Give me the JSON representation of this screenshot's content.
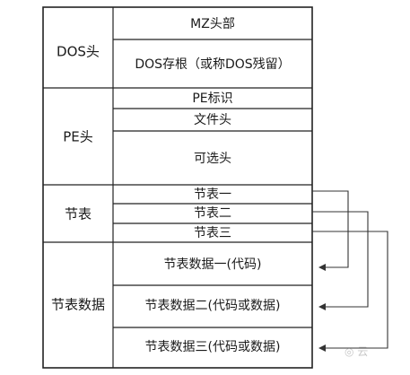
{
  "diagram": {
    "groups": [
      {
        "label": "DOS头"
      },
      {
        "label": "PE头"
      },
      {
        "label": "节表"
      },
      {
        "label": "节表数据"
      }
    ],
    "cells": {
      "mz_header": "MZ头部",
      "dos_stub": "DOS存根（或称DOS残留）",
      "pe_signature": "PE标识",
      "file_header": "文件头",
      "optional_header": "可选头",
      "section_1": "节表一",
      "section_2": "节表二",
      "section_3": "节表三",
      "section_data_1": "节表数据一(代码)",
      "section_data_2": "节表数据二(代码或数据)",
      "section_data_3": "节表数据三(代码或数据)"
    },
    "connectors": [
      {
        "from": "节表一",
        "to": "节表数据一(代码)"
      },
      {
        "from": "节表二",
        "to": "节表数据二(代码或数据)"
      },
      {
        "from": "节表三",
        "to": "节表数据三(代码或数据)"
      }
    ],
    "watermark": "◎ 云"
  }
}
